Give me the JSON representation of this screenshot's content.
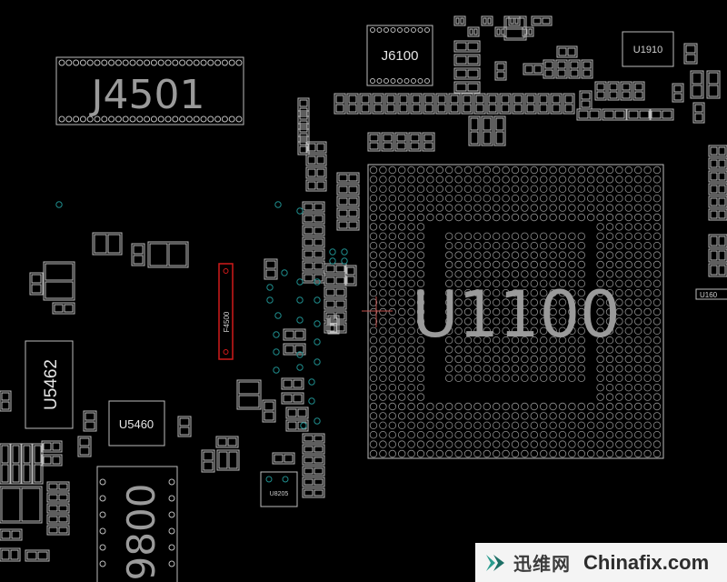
{
  "board": {
    "components": {
      "j4501": "J4501",
      "j6100": "J6100",
      "u1910": "U1910",
      "u1100": "U1100",
      "f4500": "F4500",
      "u5462": "U5462",
      "u5460": "U5460",
      "u9800": "9800",
      "u8205": "U8205",
      "u1600": "U160"
    },
    "colors": {
      "background": "#000000",
      "outline": "#bdbdbd",
      "selected": "#d11a1a",
      "via": "#1f8c8c"
    }
  },
  "watermark": {
    "chinese": "迅维网",
    "english": "Chinafix.com"
  }
}
